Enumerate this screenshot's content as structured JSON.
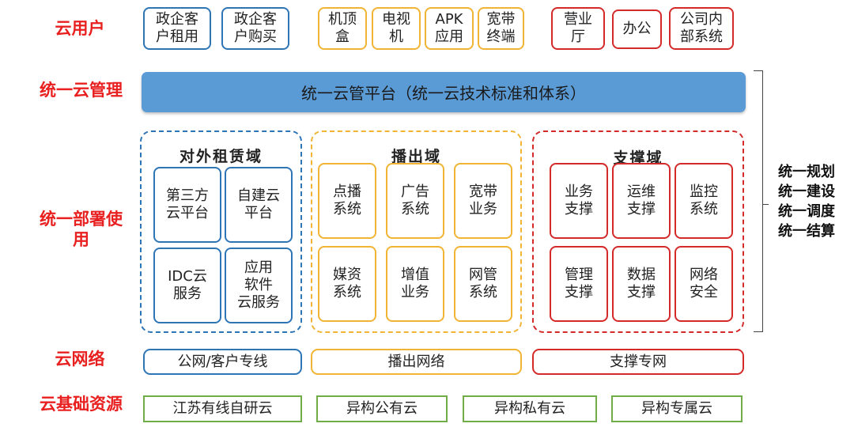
{
  "rows": {
    "cloud_users": "云用户",
    "unified_mgmt": "统一云管理",
    "unified_deploy": "统一部署使\n用",
    "cloud_network": "云网络",
    "cloud_infra": "云基础资源"
  },
  "users": {
    "blue": [
      "政企客\n户租用",
      "政企客\n户购买"
    ],
    "gold": [
      "机顶\n盒",
      "电视\n机",
      "APK\n应用",
      "宽带\n终端"
    ],
    "red": [
      "营业\n厅",
      "办公",
      "公司内\n部系统"
    ]
  },
  "mgmt_bar": "统一云管平台（统一云技术标准和体系）",
  "domains": {
    "external": {
      "title": "对外租赁域",
      "items": [
        "第三方\n云平台",
        "自建云\n平台",
        "IDC云\n服务",
        "应用\n软件\n云服务"
      ]
    },
    "broadcast": {
      "title": "播出域",
      "items": [
        "点播\n系统",
        "广告\n系统",
        "宽带\n业务",
        "媒资\n系统",
        "增值\n业务",
        "网管\n系统"
      ]
    },
    "support": {
      "title": "支撑域",
      "items": [
        "业务\n支撑",
        "运维\n支撑",
        "监控\n系统",
        "管理\n支撑",
        "数据\n支撑",
        "网络\n安全"
      ]
    }
  },
  "networks": [
    "公网/客户专线",
    "播出网络",
    "支撑专网"
  ],
  "infra": [
    "江苏有线自研云",
    "异构公有云",
    "异构私有云",
    "异构专属云"
  ],
  "right_labels": [
    "统一规划",
    "统一建设",
    "统一调度",
    "统一结算"
  ],
  "colors": {
    "row_label": "#e8201f",
    "blue": "#2e75b6",
    "gold": "#f1b434",
    "red": "#d42a2a",
    "green": "#70ad47",
    "mgmt_fill": "#5b9bd5"
  }
}
